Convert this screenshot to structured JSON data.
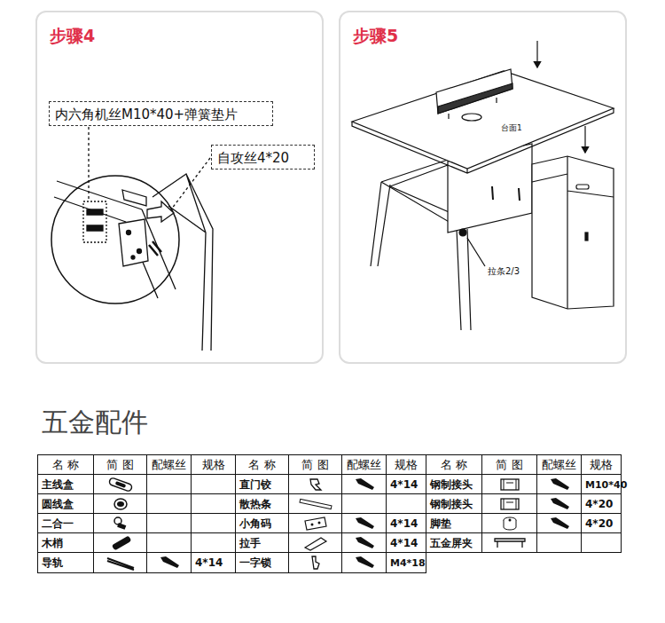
{
  "diagram": {
    "title": "五金配件",
    "nodes": [
      {
        "text": [
          "步骤4"
        ]
      },
      {
        "text": [
          "内六角机丝M10*40+弹簧垫片"
        ],
        "in": 0
      },
      {
        "text": [
          "自攻丝4*20"
        ],
        "in": 0
      },
      {
        "text": [
          "步骤5"
        ]
      }
    ],
    "labels": [
      "台面1",
      "拉条2/3",
      "名 称",
      "简 图",
      "配螺丝",
      "规格",
      "名 称",
      "简 图",
      "配螺丝",
      "规格",
      "名 称",
      "简 图",
      "配螺丝",
      "规格",
      "主线盒",
      "直门铰",
      "4*14",
      "钢制接头",
      "M10*40",
      "圆线盒",
      "散热条",
      "钢制接头",
      "4*20",
      "二合一",
      "小角码",
      "4*14",
      "脚垫",
      "4*20",
      "木梢",
      "拉手",
      "4*14",
      "五金屏夹",
      "导轨",
      "4*14",
      "一字锁",
      "M4*18"
    ]
  }
}
